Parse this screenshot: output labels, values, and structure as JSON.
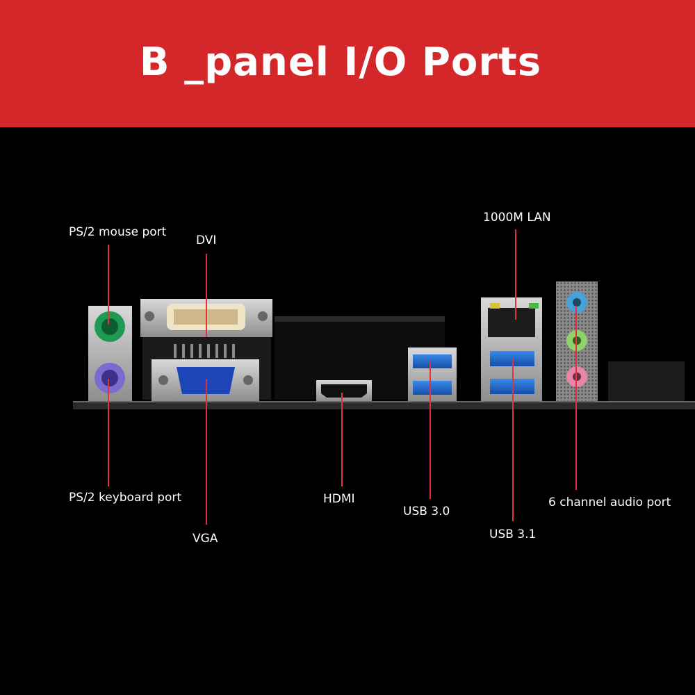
{
  "title": "B _panel I/O Ports",
  "ports": [
    {
      "id": "ps2-mouse",
      "label": "PS/2 mouse port"
    },
    {
      "id": "dvi",
      "label": "DVI"
    },
    {
      "id": "lan",
      "label": "1000M LAN"
    },
    {
      "id": "ps2-keyboard",
      "label": "PS/2 keyboard port"
    },
    {
      "id": "vga",
      "label": "VGA"
    },
    {
      "id": "hdmi",
      "label": "HDMI"
    },
    {
      "id": "usb30",
      "label": "USB 3.0"
    },
    {
      "id": "usb31",
      "label": "USB 3.1"
    },
    {
      "id": "audio",
      "label": "6 channel audio port"
    }
  ],
  "colors": {
    "banner": "#d4272a",
    "leader": "#e0343a",
    "background": "#000000"
  }
}
